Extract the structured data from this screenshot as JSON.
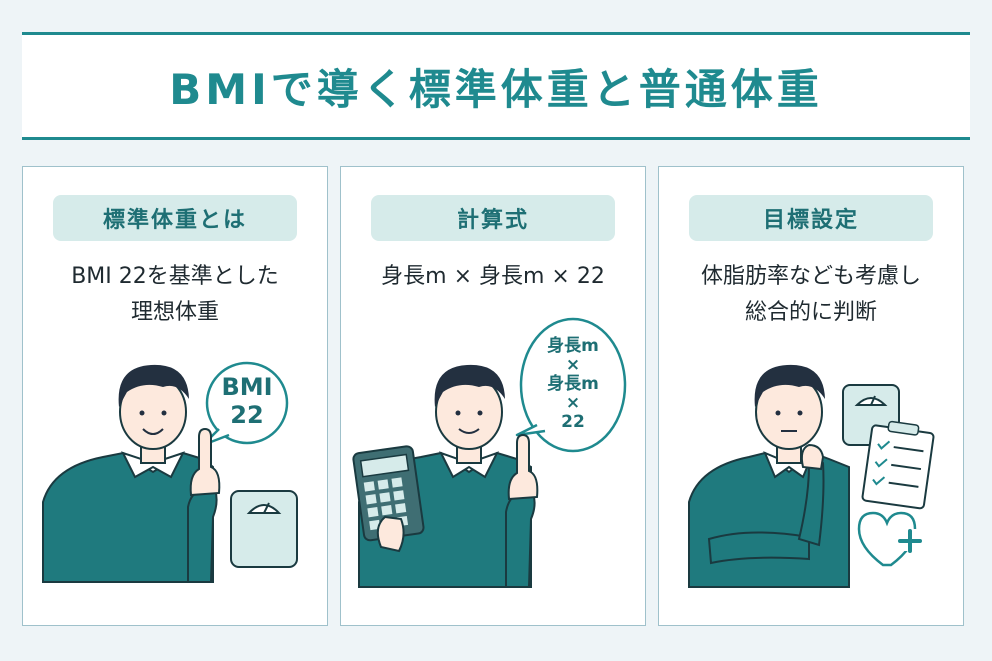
{
  "title": "BMIで導く標準体重と普通体重",
  "panels": [
    {
      "heading": "標準体重とは",
      "lines": [
        "BMI 22を基準とした",
        "理想体重"
      ],
      "bubble": [
        "BMI",
        "22"
      ],
      "icons": [
        "person-pointing-icon",
        "scale-icon"
      ]
    },
    {
      "heading": "計算式",
      "lines": [
        "身長m × 身長m × 22"
      ],
      "bubble": [
        "身長m",
        "×",
        "身長m",
        "×",
        "22"
      ],
      "icons": [
        "calculator-icon",
        "person-pointing-icon"
      ]
    },
    {
      "heading": "目標設定",
      "lines": [
        "体脂肪率なども考慮し",
        "総合的に判断"
      ],
      "icons": [
        "person-thinking-icon",
        "scale-icon",
        "checklist-icon",
        "heart-plus-icon"
      ]
    }
  ],
  "colors": {
    "accent": "#1f8a8f",
    "sweater": "#1f7a7e",
    "hair": "#233040",
    "pill": "#d6ebea",
    "background": "#eef4f7"
  }
}
